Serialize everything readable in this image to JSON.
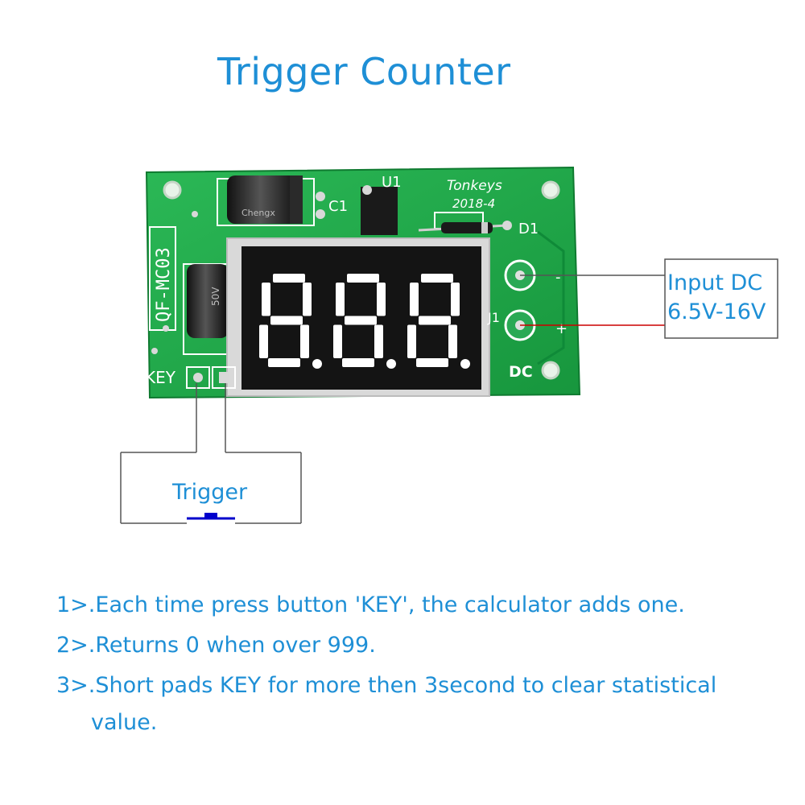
{
  "title": "Trigger Counter",
  "board": {
    "model_silk": "QF-MC03",
    "brand_silk": "Tonkeys",
    "date_silk": "2018-4",
    "c1_label": "C1",
    "u1_label": "U1",
    "d1_label": "D1",
    "j1_label": "J1",
    "dc_label": "DC",
    "key_label": "KEY",
    "minus_label": "-",
    "plus_label": "+",
    "cap_brand": "Chengx",
    "cap_voltage": "50V",
    "display_digits": "888"
  },
  "labels": {
    "input_line1": "Input DC",
    "input_line2": "6.5V-16V",
    "trigger": "Trigger"
  },
  "notes": [
    "1>.Each time press button 'KEY', the calculator adds one.",
    "2>.Returns 0 when over 999.",
    "3>.Short pads KEY for more then 3second to clear statistical",
    "value."
  ],
  "colors": {
    "title": "#1e8fd6",
    "pcb": "#1fa84a",
    "display_segment": "#ffffff",
    "wire_blue": "#0000cc",
    "wire_red": "#cc0000"
  }
}
